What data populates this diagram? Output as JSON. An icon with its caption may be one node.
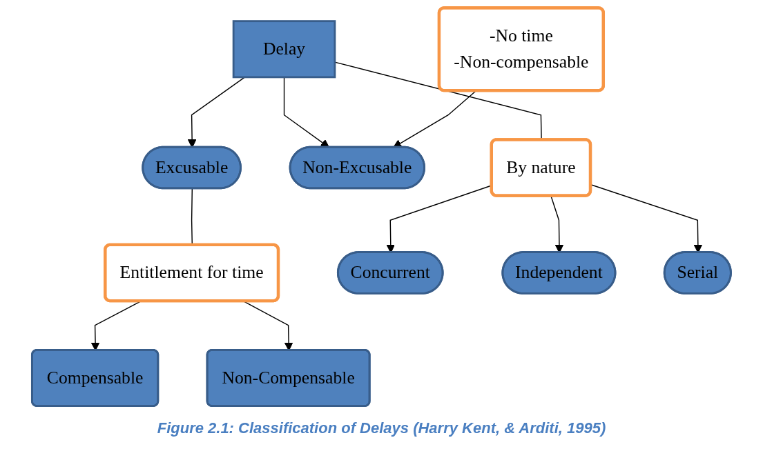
{
  "diagram": {
    "caption": "Figure 2.1: Classification of Delays (Harry Kent, & Arditi, 1995)",
    "nodes": [
      {
        "text": [
          "Delay"
        ]
      },
      {
        "text": [
          "Excusable"
        ]
      },
      {
        "text": [
          "Non-Excusable"
        ]
      },
      {
        "text": [
          "By nature"
        ]
      },
      {
        "text": [
          "Entitlement for time"
        ]
      },
      {
        "text": [
          "-No time",
          "-Non-compensable"
        ]
      },
      {
        "text": [
          "Compensable"
        ]
      },
      {
        "text": [
          "Non-Compensable"
        ]
      },
      {
        "text": [
          "Concurrent"
        ]
      },
      {
        "text": [
          "Independent"
        ]
      },
      {
        "text": [
          "Serial"
        ]
      }
    ],
    "edges": [
      {
        "from": 0,
        "to": 1,
        "arrow": "to"
      },
      {
        "from": 0,
        "to": 2,
        "arrow": "to"
      },
      {
        "from": 0,
        "to": 3,
        "arrow": "none"
      },
      {
        "from": 1,
        "to": 4,
        "arrow": "none"
      },
      {
        "from": 5,
        "to": 2,
        "arrow": "to"
      },
      {
        "from": 4,
        "to": 6,
        "arrow": "to"
      },
      {
        "from": 4,
        "to": 7,
        "arrow": "to"
      },
      {
        "from": 3,
        "to": 8,
        "arrow": "to"
      },
      {
        "from": 3,
        "to": 9,
        "arrow": "to"
      },
      {
        "from": 3,
        "to": 10,
        "arrow": "to"
      }
    ]
  }
}
